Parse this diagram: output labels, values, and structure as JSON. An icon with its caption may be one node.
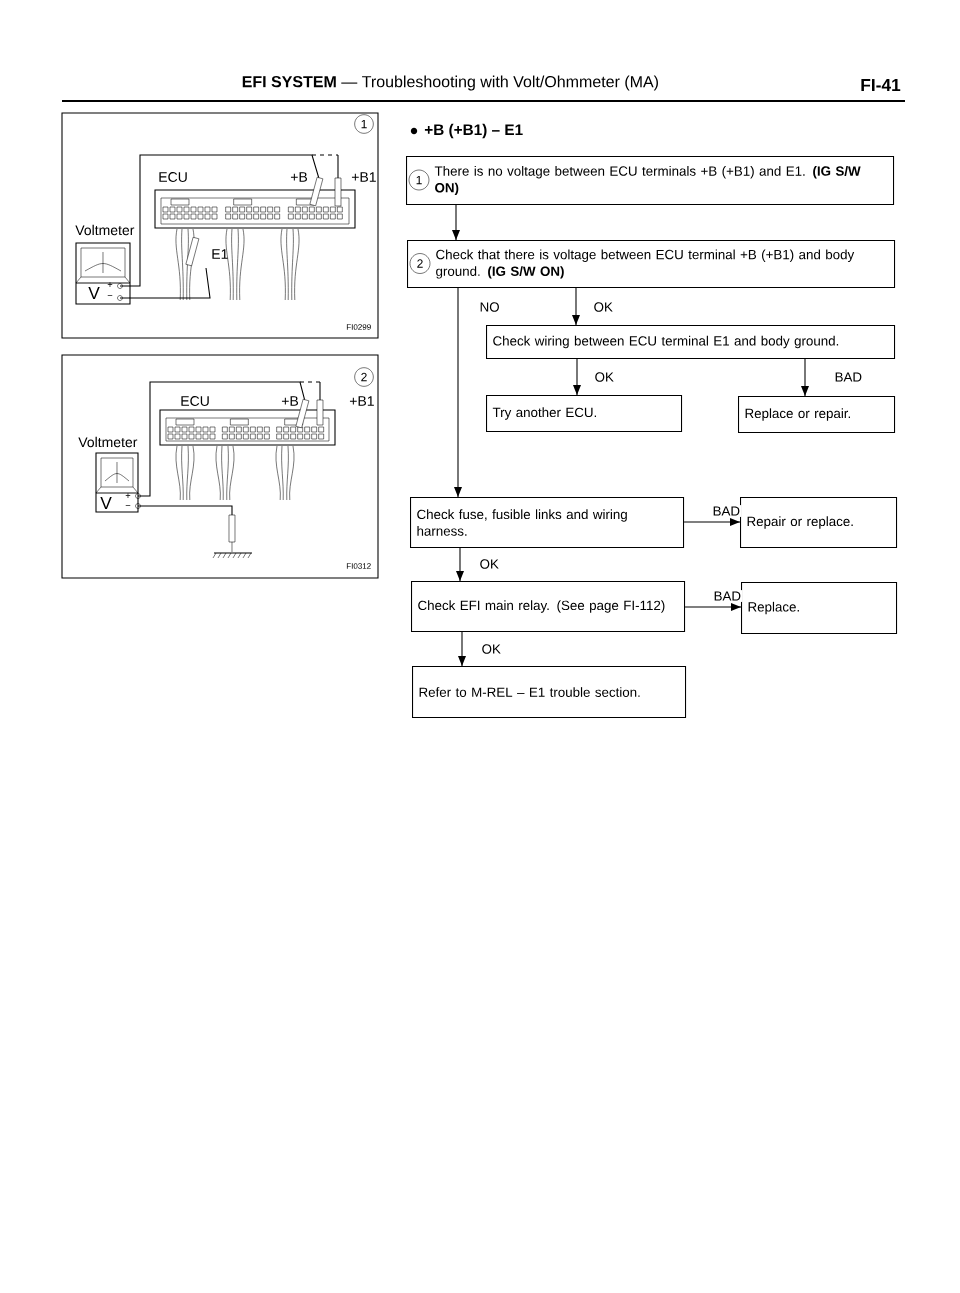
{
  "diagram": {
    "title": "**EFI SYSTEM** — Troubleshooting with Volt/Ohmmeter (MA)",
    "nodes": [
      {
        "text": [
          "1",
          "There is no voltage between ECU terminals +B (+B1) and E1. **(IG S/W ON)**"
        ]
      },
      {
        "text": [
          "2",
          "Check that there is voltage between ECU terminal +B (+B1) and body ground. **(IG S/W ON)**"
        ]
      },
      {
        "text": [
          "Check wiring between ECU terminal E1 and body ground."
        ]
      },
      {
        "text": [
          "Try another ECU."
        ]
      },
      {
        "text": [
          "Replace or repair."
        ]
      },
      {
        "text": [
          "Check fuse, fusible links and wiring harness."
        ]
      },
      {
        "text": [
          "Repair or replace."
        ]
      },
      {
        "text": [
          "Check EFI main relay. (See page FI-112)"
        ]
      },
      {
        "text": [
          "Replace."
        ]
      },
      {
        "text": [
          "Refer to M-REL – E1 trouble section."
        ]
      }
    ],
    "edges": [
      {
        "from": 0,
        "to": 1,
        "arrow": "to"
      },
      {
        "from": 1,
        "to": 2,
        "arrow": "to",
        "label": "OK"
      },
      {
        "from": 1,
        "to": 5,
        "arrow": "to",
        "label": "NO"
      },
      {
        "from": 2,
        "to": 3,
        "arrow": "to",
        "label": "OK"
      },
      {
        "from": 2,
        "to": 4,
        "arrow": "to",
        "label": "BAD"
      },
      {
        "from": 5,
        "to": 6,
        "arrow": "to",
        "label": "BAD"
      },
      {
        "from": 5,
        "to": 7,
        "arrow": "to",
        "label": "OK"
      },
      {
        "from": 7,
        "to": 8,
        "arrow": "to",
        "label": "BAD"
      },
      {
        "from": 7,
        "to": 9,
        "arrow": "to",
        "label": "OK"
      }
    ],
    "labels": [
      "FI-41",
      "+B (+B1) – E1",
      "1",
      "ECU",
      "+B",
      "+B1",
      "Voltmeter",
      "V",
      "+",
      "−",
      "E1",
      "FI0299",
      "2",
      "ECU",
      "+B",
      "+B1",
      "Voltmeter",
      "V",
      "+",
      "−",
      "FI0312"
    ]
  }
}
